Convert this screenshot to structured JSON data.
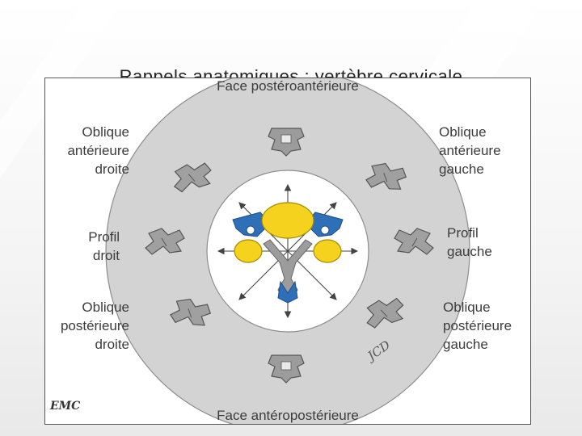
{
  "slide": {
    "title": "Rappels anatomiques : vertèbre cervicale"
  },
  "diagram": {
    "top_label": "Face postéroantérieure",
    "bottom_label": "Face antéropostérieure",
    "left_labels": {
      "oblique_anterior_right": "Oblique\nantérieure\ndroite",
      "profile_right": "Profil\ndroit",
      "oblique_posterior_right": "Oblique\npostérieure\ndroite"
    },
    "right_labels": {
      "oblique_anterior_left": "Oblique\nantérieure\ngauche",
      "profile_left": "Profil\ngauche",
      "oblique_posterior_left": "Oblique\npostérieure\ngauche"
    },
    "logo_text": "EMC",
    "watermark_text": "JCD",
    "colors": {
      "ring": "#d2d2d2",
      "ring_outline": "#9a9a9a",
      "vertebral_body": "#f5d21e",
      "pedicle_blue": "#2f6fb8",
      "lamina_grey": "#9a9a9a",
      "bone_grey": "#8c8c8c"
    }
  }
}
